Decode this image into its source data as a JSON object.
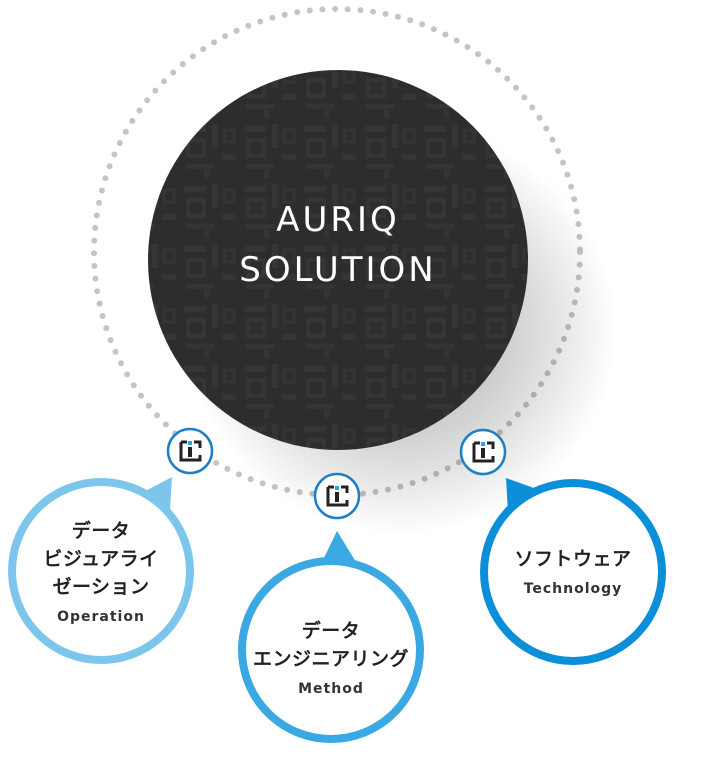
{
  "center": {
    "line1": "AURIQ",
    "line2": "SOLUTION"
  },
  "nodes": [
    {
      "title_lines": [
        "データ",
        "ビジュアライ",
        "ゼーション"
      ],
      "subtitle": "Operation"
    },
    {
      "title_lines": [
        "データ",
        "エンジニアリング"
      ],
      "subtitle": "Method"
    },
    {
      "title_lines": [
        "ソフトウェア"
      ],
      "subtitle": "Technology"
    }
  ],
  "colors": {
    "center_fill": "#2e2c2d",
    "dots": "#c4c4c4",
    "node_left": "#7cc6ec",
    "node_middle": "#3aa8e2",
    "node_right": "#0a8fd8",
    "logo": "#1d7fc4"
  },
  "icons": [
    "logo-icon",
    "logo-icon",
    "logo-icon"
  ]
}
